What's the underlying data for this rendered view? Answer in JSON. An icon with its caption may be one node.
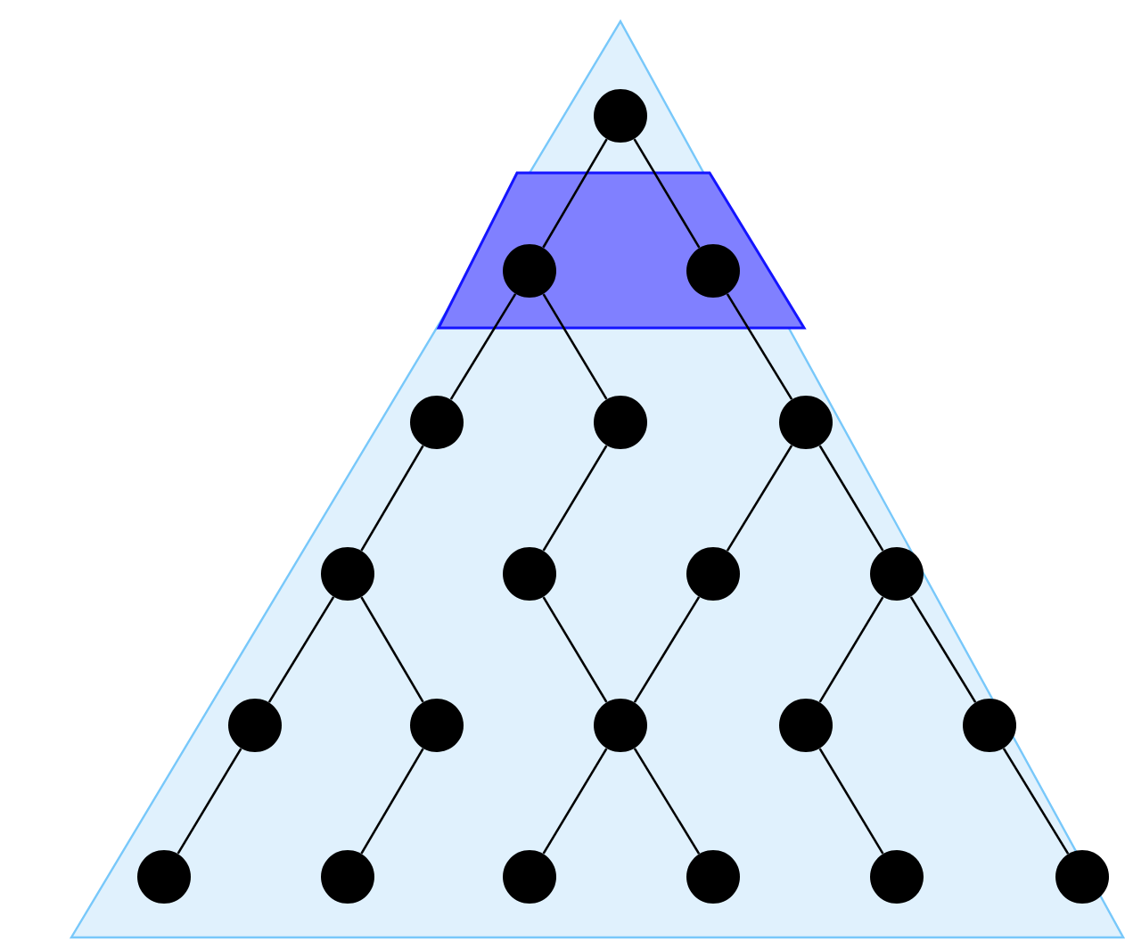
{
  "diagram": {
    "nodes": [
      {
        "text": [],
        "shape": "circle"
      },
      {
        "text": [],
        "shape": "circle"
      },
      {
        "text": [],
        "shape": "circle"
      },
      {
        "text": [],
        "shape": "circle"
      },
      {
        "text": [],
        "shape": "circle"
      },
      {
        "text": [],
        "shape": "circle"
      },
      {
        "text": [],
        "shape": "circle"
      },
      {
        "text": [],
        "shape": "circle"
      },
      {
        "text": [],
        "shape": "circle"
      },
      {
        "text": [],
        "shape": "circle"
      },
      {
        "text": [],
        "shape": "circle"
      },
      {
        "text": [],
        "shape": "circle"
      },
      {
        "text": [],
        "shape": "circle"
      },
      {
        "text": [],
        "shape": "circle"
      },
      {
        "text": [],
        "shape": "circle"
      },
      {
        "text": [],
        "shape": "circle"
      },
      {
        "text": [],
        "shape": "circle"
      },
      {
        "text": [],
        "shape": "circle"
      },
      {
        "text": [],
        "shape": "circle"
      },
      {
        "text": [],
        "shape": "circle"
      },
      {
        "text": [],
        "shape": "circle"
      }
    ],
    "edges": [
      {
        "from": 0,
        "to": 1,
        "arrow": "none"
      },
      {
        "from": 0,
        "to": 2,
        "arrow": "none"
      },
      {
        "from": 1,
        "to": 3,
        "arrow": "none"
      },
      {
        "from": 1,
        "to": 4,
        "arrow": "none"
      },
      {
        "from": 2,
        "to": 5,
        "arrow": "none"
      },
      {
        "from": 3,
        "to": 6,
        "arrow": "none"
      },
      {
        "from": 4,
        "to": 7,
        "arrow": "none"
      },
      {
        "from": 5,
        "to": 8,
        "arrow": "none"
      },
      {
        "from": 5,
        "to": 9,
        "arrow": "none"
      },
      {
        "from": 6,
        "to": 10,
        "arrow": "none"
      },
      {
        "from": 6,
        "to": 11,
        "arrow": "none"
      },
      {
        "from": 7,
        "to": 12,
        "arrow": "none"
      },
      {
        "from": 8,
        "to": 12,
        "arrow": "none"
      },
      {
        "from": 9,
        "to": 13,
        "arrow": "none"
      },
      {
        "from": 9,
        "to": 14,
        "arrow": "none"
      },
      {
        "from": 10,
        "to": 15,
        "arrow": "none"
      },
      {
        "from": 11,
        "to": 16,
        "arrow": "none"
      },
      {
        "from": 12,
        "to": 17,
        "arrow": "none"
      },
      {
        "from": 12,
        "to": 18,
        "arrow": "none"
      },
      {
        "from": 13,
        "to": 19,
        "arrow": "none"
      },
      {
        "from": 14,
        "to": 20,
        "arrow": "none"
      }
    ]
  }
}
